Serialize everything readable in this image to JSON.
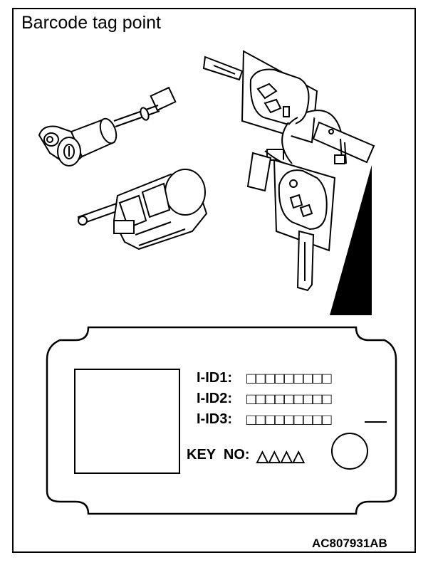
{
  "title": "Barcode tag point",
  "tag": {
    "rows": [
      {
        "label": "I-ID1:",
        "code": "□□□□□□□□□"
      },
      {
        "label": "I-ID2:",
        "code": "□□□□□□□□□"
      },
      {
        "label": "I-ID3:",
        "code": "□□□□□□□□□"
      }
    ],
    "key_no_label": "KEY  NO:",
    "key_no_value": "△△△△"
  },
  "figure_code": "AC807931AB",
  "icons": [
    "door-lock-cylinder-icon",
    "ignition-lock-cylinder-icon",
    "key-tag-icon",
    "remote-key-icon",
    "barcode-tag-icon"
  ]
}
